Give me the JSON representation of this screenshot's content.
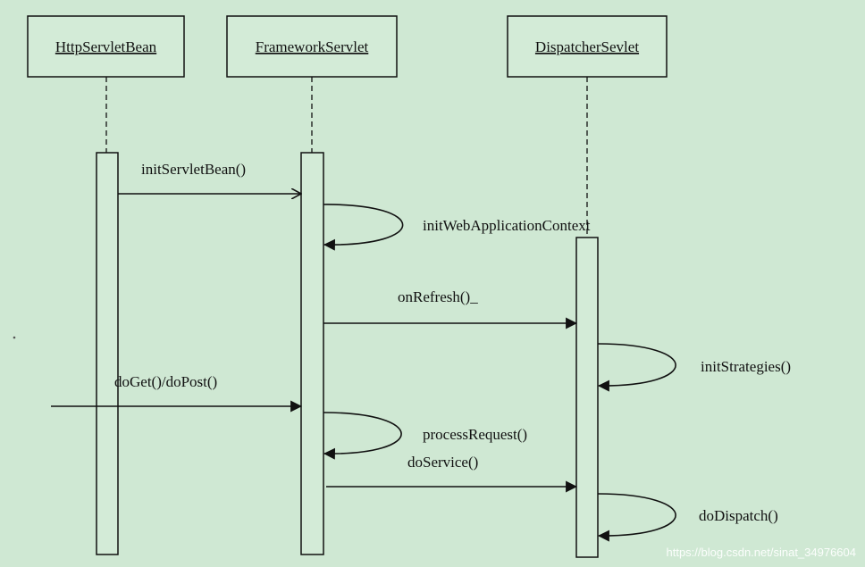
{
  "colors": {
    "background": "#cfe8d3",
    "line": "#111111",
    "box_fill": "#d3ebd7",
    "watermark": "#ffffff"
  },
  "participants": [
    {
      "id": "httpservletbean",
      "label": "HttpServletBean"
    },
    {
      "id": "frameworkservlet",
      "label": "FrameworkServlet"
    },
    {
      "id": "dispatcherservlet",
      "label": "DispatcherSevlet"
    }
  ],
  "messages": [
    {
      "id": "init-servlet-bean",
      "label": "initServletBean()"
    },
    {
      "id": "init-web-application-context",
      "label": "initWebApplicationContext"
    },
    {
      "id": "on-refresh",
      "label": "onRefresh()_"
    },
    {
      "id": "init-strategies",
      "label": "initStrategies()"
    },
    {
      "id": "do-get-do-post",
      "label": "doGet()/doPost()"
    },
    {
      "id": "process-request",
      "label": "processRequest()"
    },
    {
      "id": "do-service",
      "label": "doService()"
    },
    {
      "id": "do-dispatch",
      "label": "doDispatch()"
    }
  ],
  "watermark": "https://blog.csdn.net/sinat_34976604"
}
